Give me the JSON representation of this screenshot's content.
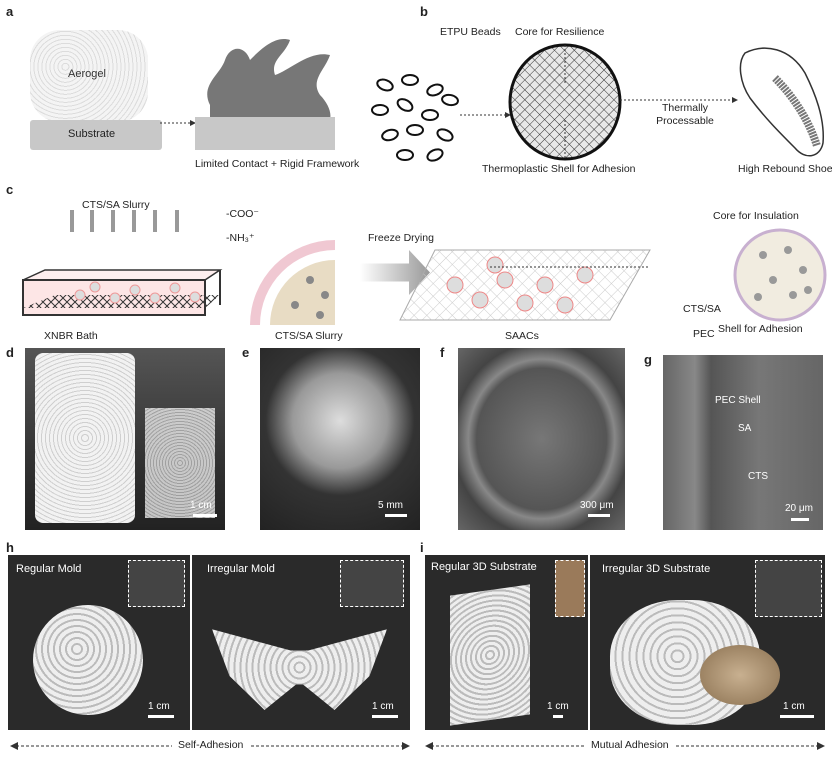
{
  "panels": {
    "a": {
      "label": "a",
      "aerogel": "Aerogel",
      "substrate": "Substrate",
      "caption": "Limited Contact + Rigid Framework"
    },
    "b": {
      "label": "b",
      "beads": "ETPU Beads",
      "core": "Core for Resilience",
      "shell": "Thermoplastic Shell for Adhesion",
      "process": "Thermally Processable",
      "shoes": "High Rebound Shoes"
    },
    "c": {
      "label": "c",
      "slurry_top": "CTS/SA Slurry",
      "coo": "-COO⁻",
      "nh3": "-NH₃⁺",
      "bath": "XNBR Bath",
      "slurry_bottom": "CTS/SA Slurry",
      "freeze": "Freeze Drying",
      "saacs": "SAACs",
      "core": "Core for Insulation",
      "cts_sa": "CTS/SA",
      "pec": "PEC",
      "shell": "Shell for Adhesion"
    },
    "d": {
      "label": "d",
      "scale": "1 cm"
    },
    "e": {
      "label": "e",
      "scale": "5 mm"
    },
    "f": {
      "label": "f",
      "scale": "300 μm"
    },
    "g": {
      "label": "g",
      "pec_shell": "PEC Shell",
      "sa": "SA",
      "cts": "CTS",
      "scale": "20 μm"
    },
    "h": {
      "label": "h",
      "regular": "Regular Mold",
      "irregular": "Irregular Mold",
      "scale_left": "1 cm",
      "scale_right": "1 cm",
      "arrow": "Self-Adhesion"
    },
    "i": {
      "label": "i",
      "regular": "Regular 3D Substrate",
      "irregular": "Irregular 3D Substrate",
      "scale_left": "1 cm",
      "scale_right": "1 cm",
      "arrow": "Mutual Adhesion"
    }
  }
}
